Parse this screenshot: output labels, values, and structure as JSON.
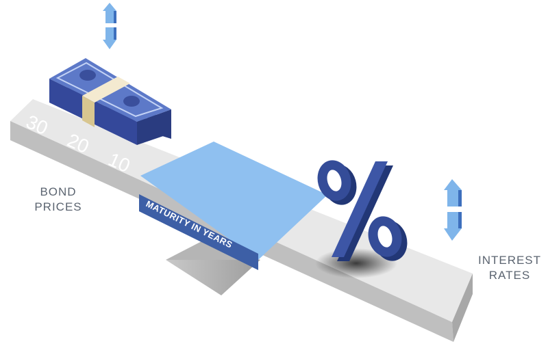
{
  "labels": {
    "bond_prices": [
      "BOND",
      "PRICES"
    ],
    "interest_rates": [
      "INTEREST",
      "RATES"
    ],
    "maturity": "MATURITY IN YEARS"
  },
  "maturity_ticks": [
    "30",
    "20",
    "10"
  ],
  "icons": {
    "bond": "money-stack-icon",
    "rate": "percent-sign-icon",
    "bond_arrows": "up-down-arrow-icon",
    "rate_arrows": "up-down-arrow-icon"
  },
  "colors": {
    "money_dark": "#3a4f9c",
    "money_light": "#5d79c8",
    "arrow": "#7fb5ea",
    "maturity_band": "#8fc0f0",
    "maturity_label_bg": "#3d5fa6",
    "beam_top": "#e6e6e6",
    "beam_side": "#bdbdbd",
    "percent": "#344c98"
  }
}
